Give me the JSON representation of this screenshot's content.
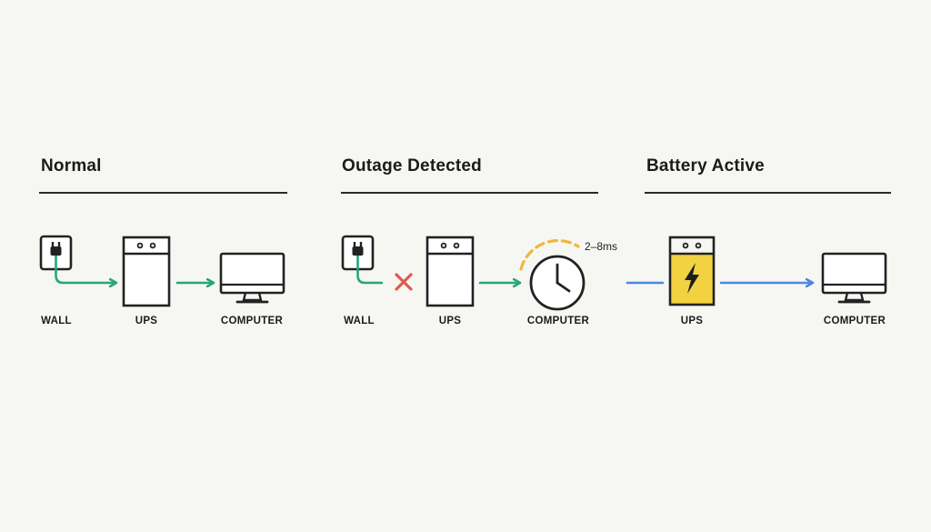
{
  "panels": [
    {
      "title": "Normal"
    },
    {
      "title": "Outage Detected"
    },
    {
      "title": "Battery Active"
    }
  ],
  "labels": {
    "p1_wall": "WALL",
    "p1_ups": "UPS",
    "p1_computer": "COMPUTER",
    "p2_wall": "WALL",
    "p2_ups": "UPS",
    "p2_computer": "COMPUTER",
    "p3_ups": "UPS",
    "p3_computer": "COMPUTER"
  },
  "delay": "2–8ms",
  "colors": {
    "normal_flow": "#27a67a",
    "outage_mark": "#e05a4e",
    "battery_flow": "#4d88e0",
    "battery_fill": "#f2d240",
    "delay_arc": "#f0b73a",
    "stroke": "#222222"
  },
  "icons": {
    "wall": "plug-icon",
    "ups": "ups-icon",
    "computer": "monitor-icon",
    "clock": "clock-icon",
    "bolt": "lightning-bolt-icon",
    "cross": "x-mark-icon"
  }
}
